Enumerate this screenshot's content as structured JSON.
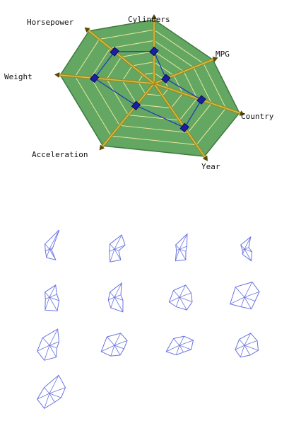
{
  "chart_data": [
    {
      "type": "radar",
      "axes": [
        "Cylinders",
        "MPG",
        "Country",
        "Year",
        "Acceleration",
        "Weight",
        "Horsepower"
      ],
      "record_values": [
        0.5,
        0.2,
        0.55,
        0.6,
        0.35,
        0.63,
        0.6
      ],
      "rings": 6,
      "colors": {
        "polygon_fill": "#63a763",
        "polygon_stroke": "#3f7a3f",
        "ring": "#e9e79b",
        "axis": "#9c8a1e",
        "axis_highlight": "#d6c04a",
        "record_line": "#1f35b8",
        "marker": "#1b1fa6"
      }
    },
    {
      "type": "glyph-grid",
      "layout": "small multiples, 4 columns",
      "glyph_color": "#6a74e0",
      "glyphs": [
        [
          0.95,
          0.15,
          0.1,
          0.55,
          0.4,
          0.2,
          0.3
        ],
        [
          0.7,
          0.5,
          0.2,
          0.55,
          0.6,
          0.25,
          0.3
        ],
        [
          0.75,
          0.35,
          0.3,
          0.55,
          0.55,
          0.15,
          0.25
        ],
        [
          0.6,
          0.2,
          0.35,
          0.6,
          0.25,
          0.1,
          0.25
        ],
        [
          0.6,
          0.35,
          0.45,
          0.7,
          0.6,
          0.2,
          0.3
        ],
        [
          0.7,
          0.3,
          0.4,
          0.75,
          0.5,
          0.3,
          0.3
        ],
        [
          0.6,
          0.55,
          0.6,
          0.65,
          0.45,
          0.5,
          0.4
        ],
        [
          0.75,
          0.7,
          0.5,
          0.6,
          0.45,
          0.7,
          0.6
        ],
        [
          0.8,
          0.45,
          0.35,
          0.6,
          0.7,
          0.6,
          0.45
        ],
        [
          0.6,
          0.6,
          0.45,
          0.5,
          0.5,
          0.65,
          0.5
        ],
        [
          0.45,
          0.65,
          0.55,
          0.35,
          0.45,
          0.65,
          0.4
        ],
        [
          0.6,
          0.6,
          0.65,
          0.5,
          0.55,
          0.45,
          0.35
        ],
        [
          0.9,
          0.75,
          0.55,
          0.45,
          0.7,
          0.6,
          0.35
        ]
      ]
    }
  ]
}
